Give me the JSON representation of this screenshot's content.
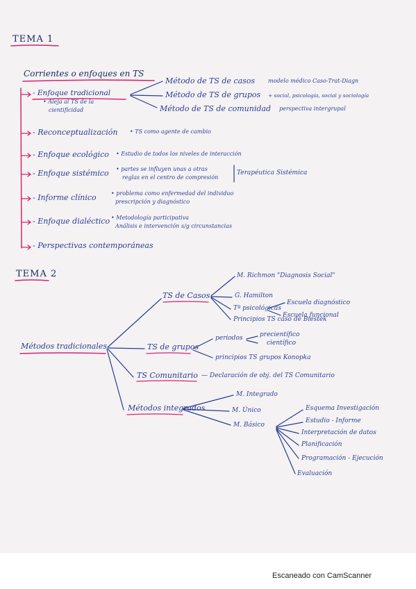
{
  "tema1": {
    "title": "TEMA 1",
    "heading": "Corrientes o enfoques en TS",
    "enfoque_tradicional": {
      "label": "- Enfoque tradicional",
      "note_line1": "• Aleja al TS de la",
      "note_line2": "cientificidad",
      "branches": [
        {
          "label": "Método de TS de casos",
          "note": "modelo médico Caso-Trat-Diagn"
        },
        {
          "label": "Método de TS de grupos",
          "note": "+ social, psicología, social y sociología"
        },
        {
          "label": "Método de TS de comunidad",
          "note": "perspectiva intergrupal"
        }
      ]
    },
    "items": [
      {
        "label": "- Reconceptualización",
        "note_line1": "• TS como agente de cambio",
        "note_line2": ""
      },
      {
        "label": "- Enfoque ecológico",
        "note_line1": "• Estudio de todos los niveles de interacción",
        "note_line2": ""
      },
      {
        "label": "- Enfoque sistémico",
        "note_line1": "• partes se influyen unas a otras",
        "note_line2": "reglas en el centro de compresión",
        "aside": "Terapéutica Sistémica"
      },
      {
        "label": "- Informe clínico",
        "note_line1": "• problema como enfermedad del individuo",
        "note_line2": "prescripción y diagnóstico"
      },
      {
        "label": "- Enfoque dialéctico",
        "note_line1": "• Metodología participativa",
        "note_line2": "Análisis e intervención s/g circunstancias"
      },
      {
        "label": "- Perspectivas contemporáneas",
        "note_line1": "",
        "note_line2": ""
      }
    ]
  },
  "tema2": {
    "title": "TEMA 2",
    "root": "Métodos tradicionales",
    "ts_casos": {
      "label": "TS de Casos",
      "children": [
        "M. Richmon \"Diagnosis Social\"",
        "G. Hamilton",
        "Tª psicológicas",
        "Principios TS caso de Biestek"
      ],
      "psico_children": [
        "Escuela diagnóstico",
        "Escuela funcional"
      ]
    },
    "ts_grupos": {
      "label": "TS de grupos",
      "periodos": "periodos",
      "periodos_children": [
        "precientífico",
        "científico"
      ],
      "principios": "principios TS grupos Konopka"
    },
    "ts_comunitario": {
      "label": "TS Comunitario",
      "note": "— Declaración de obj. del TS Comunitario"
    },
    "metodos_integrados": {
      "label": "Métodos integrados",
      "children": [
        "M. Integrado",
        "M. Único",
        "M. Básico"
      ],
      "basico_children": [
        "Esquema Investigación",
        "Estudio - Informe",
        "Interpretación de datos",
        "Planificación",
        "Programación - Ejecución",
        "Evaluación"
      ]
    }
  },
  "footer": "Escaneado con CamScanner",
  "colors": {
    "ink": "#1f2f7a",
    "accent": "#d8246e",
    "paper": "#f4f2f3"
  }
}
